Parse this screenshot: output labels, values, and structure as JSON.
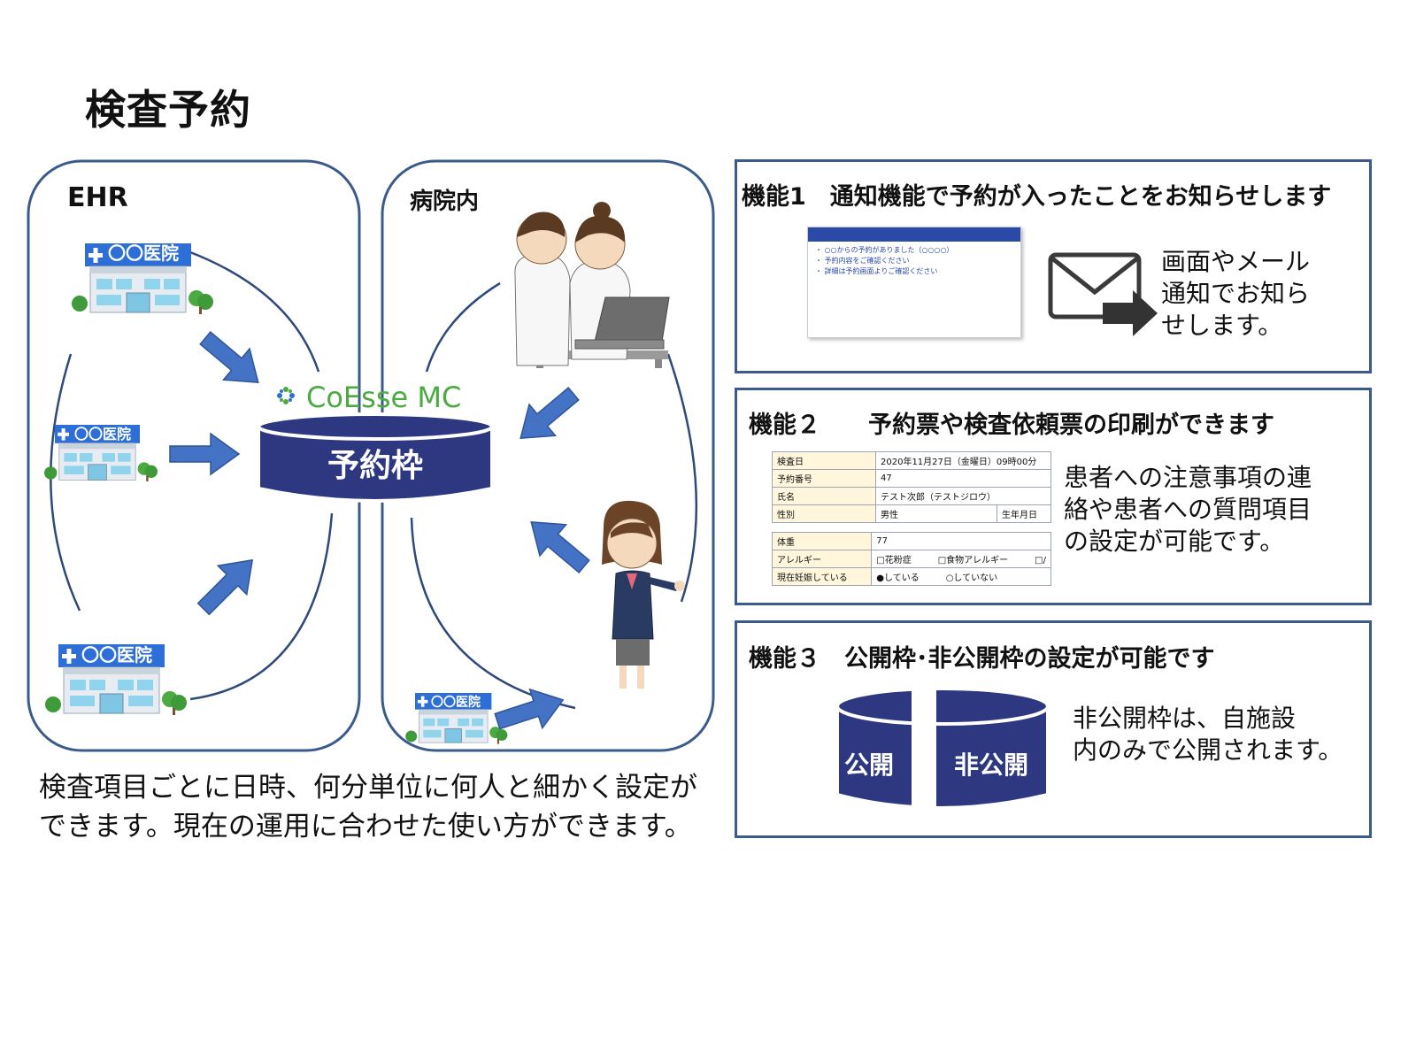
{
  "title": "検査予約",
  "left_panel": {
    "ehr_label": "EHR",
    "hospital_label": "病院内",
    "clinic_name": "〇〇医院",
    "logo_text": "CoEsse MC",
    "db_label": "予約枠"
  },
  "feature1": {
    "title": "機能1　通知機能で予約が入ったことをお知らせします",
    "description": [
      "画面やメール",
      "通知でお知ら",
      "せします。"
    ],
    "screenshot_lines": [
      "・ ○○からの予約がありました（○○○○）",
      "・ 予約内容をご確認ください",
      "・ 詳細は予約画面よりご確認ください"
    ]
  },
  "feature2": {
    "title": "機能２　　予約票や検査依頼票の印刷ができます",
    "description": [
      "患者への注意事項の連",
      "絡や患者への質問項目",
      "の設定が可能です。"
    ],
    "form_rows_1": [
      {
        "label": "検査日",
        "value": "2020年11月27日（金曜日）09時00分",
        "extra": ""
      },
      {
        "label": "予約番号",
        "value": "47",
        "extra": ""
      },
      {
        "label": "氏名",
        "value": "テスト次郎（テストジロウ）",
        "extra": ""
      },
      {
        "label": "性別",
        "value": "男性",
        "extra": "生年月日"
      }
    ],
    "form_rows_2": [
      {
        "label": "体重",
        "value": "77"
      },
      {
        "label": "アレルギー",
        "value": "□花粉症　　　□食物アレルギー　　　□/"
      },
      {
        "label": "現在妊娠している",
        "value": "●している　　　○していない"
      }
    ]
  },
  "feature3": {
    "title": "機能３　公開枠･非公開枠の設定が可能です",
    "public_label": "公開",
    "private_label": "非公開",
    "description": [
      "非公開枠は、自施設",
      "内のみで公開されます。"
    ]
  },
  "footnote": [
    "検査項目ごとに日時、何分単位に何人と細かく設定が",
    "できます。現在の運用に合わせた使い方ができます。"
  ],
  "colors": {
    "navy": "#2e3880",
    "arrow": "#4472c4",
    "frame": "#3b5b8c",
    "clinic_blue": "#2d6fd6",
    "green": "#4caa42"
  }
}
